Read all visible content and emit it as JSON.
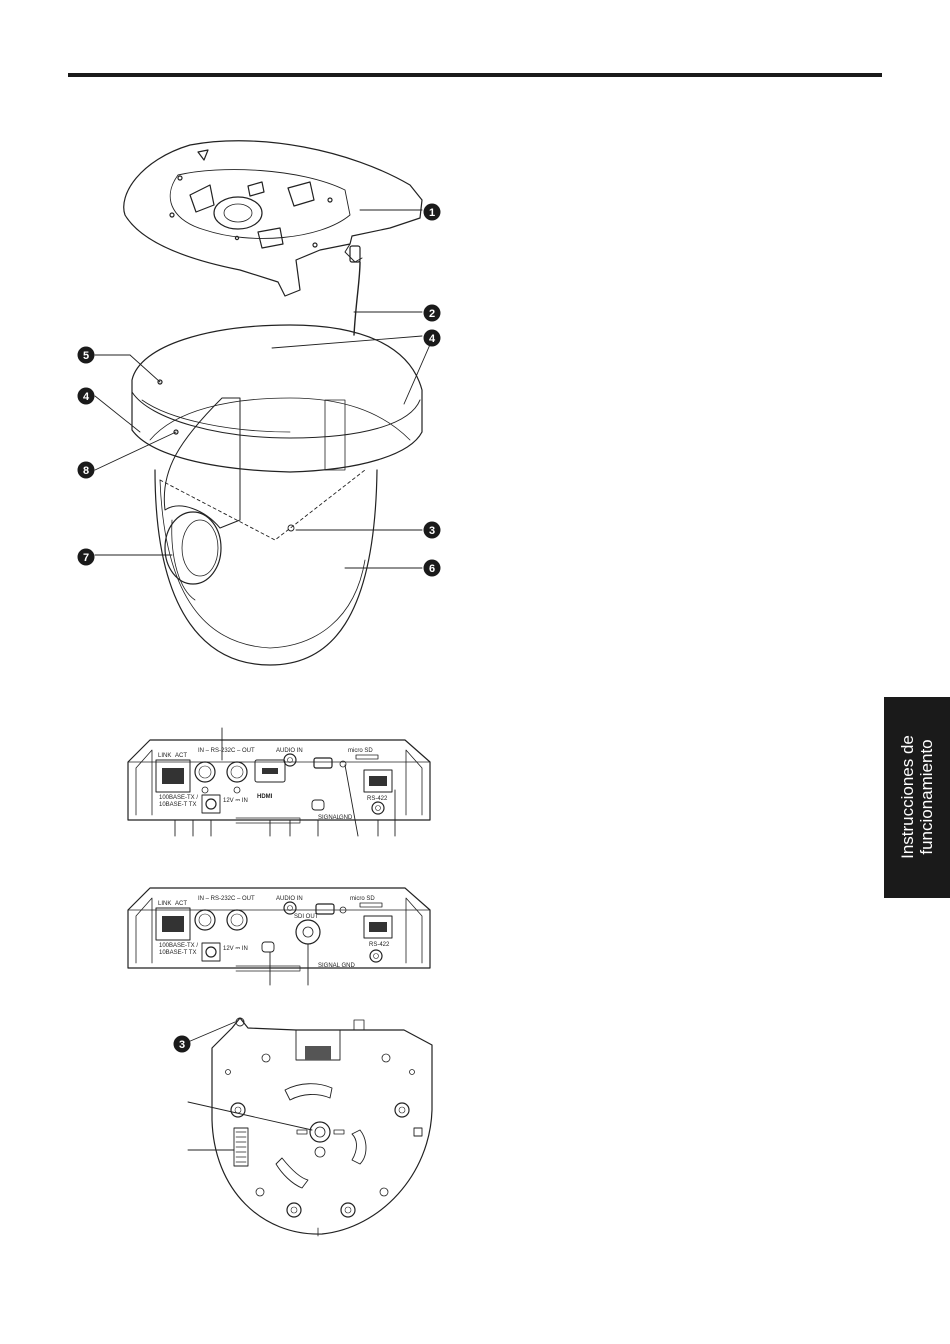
{
  "side_tab": {
    "line1": "Instrucciones de",
    "line2": "funcionamiento"
  },
  "callouts": {
    "c1": "1",
    "c2": "2",
    "c3": "3",
    "c4": "4",
    "c5": "5",
    "c6": "6",
    "c7": "7",
    "c8": "8"
  },
  "panel1": {
    "link": "LINK",
    "act": "ACT",
    "rs232": "IN – RS-232C – OUT",
    "audio_in": "AUDIO IN",
    "micro_sd": "micro SD",
    "base_tx_1": "100BASE-TX /",
    "base_tx_2": "10BASE-T TX",
    "power": "12V ⎓ IN",
    "hdmi": "HDMI",
    "signal": "SIGNAL",
    "gnd": "GND",
    "rs422": "RS-422"
  },
  "panel2": {
    "link": "LINK",
    "act": "ACT",
    "rs232": "IN – RS-232C – OUT",
    "audio_in": "AUDIO IN",
    "micro_sd": "micro SD",
    "base_tx_1": "100BASE-TX /",
    "base_tx_2": "10BASE-T TX",
    "power": "12V ⎓ IN",
    "sdi_out": "SDI OUT",
    "signal_gnd": "SIGNAL GND",
    "rs422": "RS-422"
  }
}
